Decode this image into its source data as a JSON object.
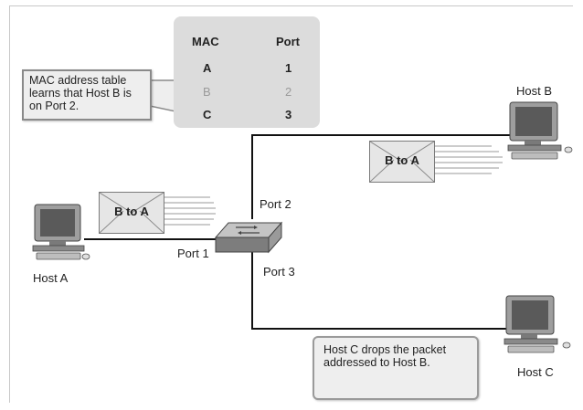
{
  "mac_table": {
    "header_mac": "MAC",
    "header_port": "Port",
    "rows": [
      {
        "mac": "A",
        "port": "1"
      },
      {
        "mac": "B",
        "port": "2"
      },
      {
        "mac": "C",
        "port": "3"
      }
    ]
  },
  "callouts": {
    "learn_text": "MAC address table learns that Host B is on Port 2.",
    "drop_text": "Host C drops the packet addressed to Host B."
  },
  "hosts": {
    "a": "Host A",
    "b": "Host B",
    "c": "Host C"
  },
  "ports": {
    "p1": "Port 1",
    "p2": "Port 2",
    "p3": "Port 3"
  },
  "frames": {
    "to_switch": "B to A",
    "to_host_b": "B to A"
  }
}
